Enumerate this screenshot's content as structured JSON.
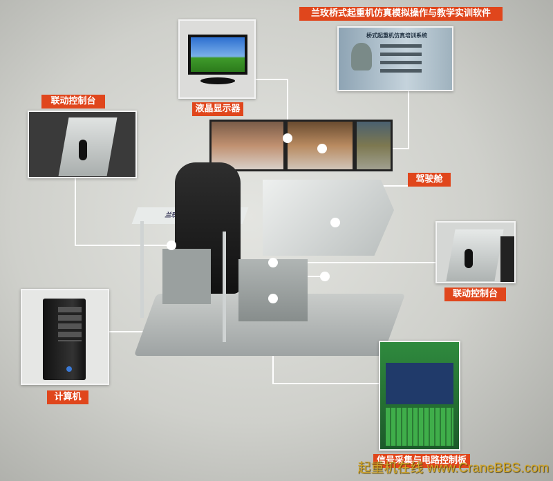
{
  "labels": {
    "software": "兰玫桥式起重机仿真模拟操作与教学实训软件",
    "lcd": "液晶显示器",
    "console_left": "联动控制台",
    "cockpit": "驾驶舱",
    "console_right": "联动控制台",
    "computer": "计算机",
    "board": "信号采集与电路控制板"
  },
  "software_screen": {
    "title": "桥式起重机仿真培训系统"
  },
  "simulator_sign": "兰玫起重机模拟器",
  "watermark": "起重机在线 www.CraneBBS.com",
  "colors": {
    "label_bg": "#e0461c",
    "watermark": "#d2a62a"
  }
}
